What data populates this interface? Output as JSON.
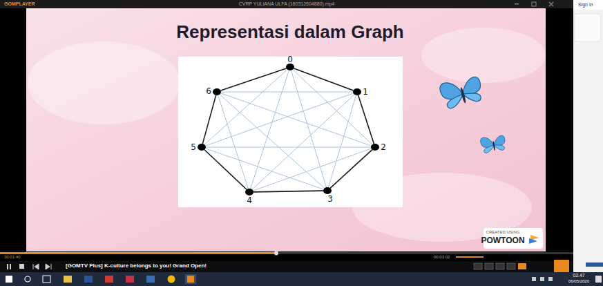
{
  "diagram": {
    "title": "Representasi dalam Graph",
    "nodes": [
      {
        "text": [
          "0"
        ]
      },
      {
        "text": [
          "1"
        ]
      },
      {
        "text": [
          "2"
        ]
      },
      {
        "text": [
          "3"
        ]
      },
      {
        "text": [
          "4"
        ]
      },
      {
        "text": [
          "5"
        ]
      },
      {
        "text": [
          "6"
        ]
      }
    ],
    "edges": [
      {
        "from": 0,
        "to": 1,
        "arrow": "none"
      },
      {
        "from": 0,
        "to": 2,
        "arrow": "none"
      },
      {
        "from": 0,
        "to": 3,
        "arrow": "none"
      },
      {
        "from": 0,
        "to": 4,
        "arrow": "none"
      },
      {
        "from": 0,
        "to": 5,
        "arrow": "none"
      },
      {
        "from": 0,
        "to": 6,
        "arrow": "none"
      },
      {
        "from": 1,
        "to": 2,
        "arrow": "none"
      },
      {
        "from": 1,
        "to": 3,
        "arrow": "none"
      },
      {
        "from": 1,
        "to": 4,
        "arrow": "none"
      },
      {
        "from": 1,
        "to": 5,
        "arrow": "none"
      },
      {
        "from": 1,
        "to": 6,
        "arrow": "none"
      },
      {
        "from": 2,
        "to": 3,
        "arrow": "none"
      },
      {
        "from": 2,
        "to": 4,
        "arrow": "none"
      },
      {
        "from": 2,
        "to": 5,
        "arrow": "none"
      },
      {
        "from": 2,
        "to": 6,
        "arrow": "none"
      },
      {
        "from": 3,
        "to": 4,
        "arrow": "none"
      },
      {
        "from": 3,
        "to": 5,
        "arrow": "none"
      },
      {
        "from": 3,
        "to": 6,
        "arrow": "none"
      },
      {
        "from": 4,
        "to": 5,
        "arrow": "none"
      },
      {
        "from": 4,
        "to": 6,
        "arrow": "none"
      },
      {
        "from": 5,
        "to": 6,
        "arrow": "none"
      }
    ],
    "labels": [
      "GOMPLAYER",
      "CVRP YULIANA ULFA (160312604880).mp4",
      "CREATED USING",
      "POWTOON",
      "00:01:40",
      "[GOMTV Plus] K-culture belongs to you! Grand Open!",
      "00:03:02",
      "02.47",
      "06/05/2020",
      "Sign in"
    ]
  }
}
